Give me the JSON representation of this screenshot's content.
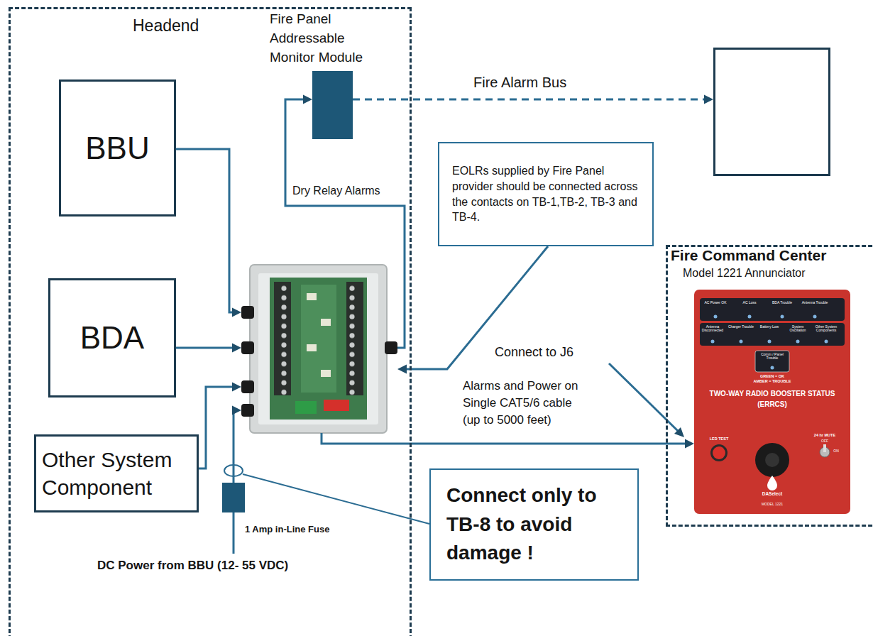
{
  "diagram": {
    "nodes": [
      {
        "text": [
          "Headend"
        ]
      },
      {
        "text": [
          "Fire Panel Addressable Monitor Module"
        ],
        "in": 0
      },
      {
        "text": [
          "BBU"
        ],
        "in": 0
      },
      {
        "text": [
          "BDA"
        ],
        "in": 0
      },
      {
        "text": [],
        "in": 0
      },
      {
        "text": [
          "Other System Component"
        ],
        "in": 0
      },
      {
        "text": [
          "1 Amp in-Line Fuse"
        ],
        "in": 0
      },
      {
        "text": []
      },
      {
        "text": [
          "EOLRs supplied by Fire Panel provider should be connected across the contacts on TB-1,TB-2, TB-3 and TB-4."
        ]
      },
      {
        "text": [
          "Fire Command Center",
          "Model 1221 Annunciator"
        ]
      },
      {
        "text": [
          "AC Power OK",
          "AC Loss",
          "BDA Trouble",
          "Antenna Trouble",
          "Antenna Disconnected",
          "Charger Trouble",
          "Battery Low",
          "System Oscillation",
          "Other System Components",
          "Comm / Panel Trouble",
          "GREEN = OK",
          "AMBER = TROUBLE",
          "TWO-WAY RADIO BOOSTER STATUS",
          "(ERRCS)",
          "LED TEST",
          "24 hr MUTE",
          "OFF",
          "ON",
          "DASelect",
          "MODEL 1221"
        ],
        "in": 9
      },
      {
        "text": [
          "Connect only to TB-8 to avoid damage !"
        ]
      }
    ],
    "edges": [
      {
        "from": 2,
        "to": 4,
        "arrow": "to"
      },
      {
        "from": 3,
        "to": 4,
        "arrow": "to"
      },
      {
        "from": 5,
        "to": 4,
        "arrow": "to"
      },
      {
        "from": 6,
        "to": 4,
        "arrow": "to"
      },
      {
        "from": 4,
        "to": 1,
        "label": "Dry Relay Alarms",
        "arrow": "to"
      },
      {
        "from": 1,
        "to": 7,
        "label": "Fire Alarm Bus",
        "arrow": "to"
      },
      {
        "from": 8,
        "to": 4,
        "arrow": "to"
      },
      {
        "from": 4,
        "to": 10,
        "label": "Alarms and Power on Single CAT5/6 cable (up to 5000 feet)",
        "arrow": "to"
      }
    ],
    "labels": [
      "Connect to J6",
      "DC Power from BBU (12- 55 VDC)"
    ]
  }
}
